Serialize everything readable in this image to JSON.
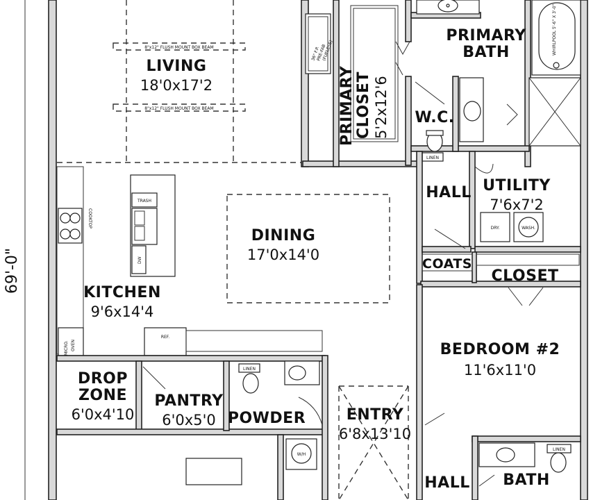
{
  "rooms": {
    "living": {
      "name": "LIVING",
      "dims": "18'0x17'2"
    },
    "primary_bath": {
      "name_line1": "PRIMARY",
      "name_line2": "BATH"
    },
    "primary_closet": {
      "name_line1": "PRIMARY",
      "name_line2": "CLOSET",
      "dims": "5'2x12'6"
    },
    "wc": {
      "name": "W.C."
    },
    "hall_upper": {
      "name": "HALL"
    },
    "utility": {
      "name": "UTILITY",
      "dims": "7'6x7'2"
    },
    "dining": {
      "name": "DINING",
      "dims": "17'0x14'0"
    },
    "kitchen": {
      "name": "KITCHEN",
      "dims": "9'6x14'4"
    },
    "coats": {
      "name": "COATS"
    },
    "closet": {
      "name": "CLOSET"
    },
    "bedroom2": {
      "name": "BEDROOM #2",
      "dims": "11'6x11'0"
    },
    "drop_zone": {
      "name_line1": "DROP",
      "name_line2": "ZONE",
      "dims": "6'0x4'10"
    },
    "pantry": {
      "name": "PANTRY",
      "dims": "6'0x5'0"
    },
    "powder": {
      "name": "POWDER"
    },
    "entry": {
      "name": "ENTRY",
      "dims": "6'8x13'10"
    },
    "hall_lower": {
      "name": "HALL"
    },
    "bath": {
      "name": "BATH"
    }
  },
  "dimension": {
    "overall": "69'-0\""
  },
  "labels": {
    "beam": "8\"x12\" FLUSH MOUNT BOX BEAM",
    "fireplace_line1": "36\" F.P.",
    "fireplace_line2": "PRE-FAB",
    "fireplace_line3": "(FUELESS)",
    "trash": "TRASH",
    "dw": "DW",
    "cooktop": "COOKTOP",
    "ref": "REF.",
    "micro_line1": "MICRO.",
    "micro_line2": "OVEN",
    "dry": "DRY.",
    "wash": "WASH.",
    "linen_wc": "LINEN",
    "linen_powder": "LINEN",
    "linen_bath": "LINEN",
    "wh": "W/H",
    "whirlpool": "WHIRLPOOL 5'-6\" X 3'-0\""
  }
}
